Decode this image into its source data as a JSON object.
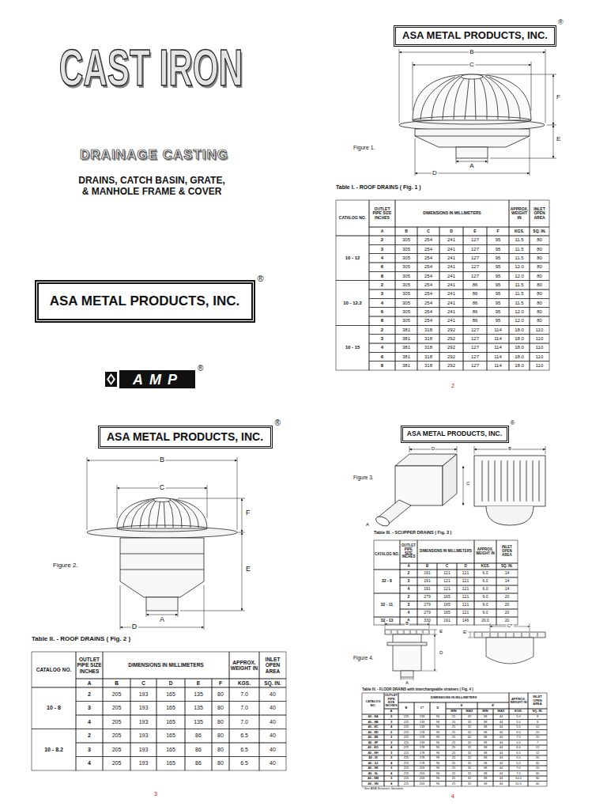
{
  "diagram": {
    "title": "CAST IRON",
    "nodes": [
      {
        "text": [
          "ASA METAL PRODUCTS, INC."
        ]
      },
      {
        "text": [
          "ASA METAL PRODUCTS, INC."
        ]
      },
      {
        "text": [
          "ASA METAL PRODUCTS, INC."
        ]
      },
      {
        "text": [
          "ASA METAL PRODUCTS, INC."
        ]
      }
    ],
    "labels": [
      "DRAINAGE CASTING",
      "DRAINS, CATCH BASIN, GRATE, & MANHOLE FRAME & COVER",
      "®",
      "AMP",
      "®",
      "®",
      "B",
      "C",
      "F",
      "E",
      "A",
      "D",
      "Figure 1.",
      "Table I. - ROOF DRAINS ( Fig. 1 )",
      "CATALOG NO.",
      "OUTLET PIPE SIZE INCHES",
      "DIMENSIONS IN MILLIMETERS",
      "APPROX. WEIGHT IN",
      "INLET OPEN AREA",
      "A",
      "B",
      "C",
      "D",
      "E",
      "F",
      "KGS.",
      "SQ. IN.",
      "10 - 12",
      "2",
      "305",
      "254",
      "241",
      "127",
      "95",
      "11.5",
      "80",
      "3",
      "305",
      "254",
      "241",
      "127",
      "95",
      "11.5",
      "80",
      "4",
      "305",
      "254",
      "241",
      "127",
      "95",
      "11.5",
      "80",
      "6",
      "305",
      "254",
      "241",
      "127",
      "95",
      "12.0",
      "80",
      "8",
      "305",
      "254",
      "241",
      "127",
      "95",
      "12.0",
      "80",
      "10 - 12.2",
      "2",
      "305",
      "254",
      "241",
      "86",
      "95",
      "11.5",
      "80",
      "3",
      "305",
      "254",
      "241",
      "86",
      "95",
      "11.5",
      "80",
      "4",
      "305",
      "254",
      "241",
      "86",
      "95",
      "11.5",
      "80",
      "6",
      "305",
      "254",
      "241",
      "86",
      "95",
      "12.0",
      "80",
      "8",
      "305",
      "254",
      "241",
      "86",
      "95",
      "12.0",
      "80",
      "10 - 15",
      "2",
      "381",
      "318",
      "292",
      "127",
      "114",
      "18.0",
      "110",
      "3",
      "381",
      "318",
      "292",
      "127",
      "114",
      "18.0",
      "110",
      "4",
      "381",
      "318",
      "292",
      "127",
      "114",
      "18.0",
      "110",
      "6",
      "381",
      "318",
      "292",
      "127",
      "114",
      "18.0",
      "110",
      "8",
      "381",
      "318",
      "292",
      "127",
      "114",
      "18.0",
      "110",
      "2",
      "®",
      "B",
      "C",
      "F",
      "E",
      "A",
      "D",
      "Figure 2.",
      "Table II. - ROOF DRAINS ( Fig. 2 )",
      "CATALOG NO.",
      "OUTLET PIPE SIZE INCHES",
      "DIMENSIONS IN MILLIMETERS",
      "APPROX. WEIGHT IN",
      "INLET OPEN AREA",
      "A",
      "B",
      "C",
      "D",
      "E",
      "F",
      "KGS.",
      "SQ. IN.",
      "10 - 8",
      "2",
      "205",
      "193",
      "165",
      "135",
      "80",
      "7.0",
      "40",
      "3",
      "205",
      "193",
      "165",
      "135",
      "80",
      "7.0",
      "40",
      "4",
      "205",
      "193",
      "165",
      "135",
      "80",
      "7.0",
      "40",
      "10 - 8.2",
      "2",
      "205",
      "193",
      "165",
      "86",
      "80",
      "6.5",
      "40",
      "3",
      "205",
      "193",
      "165",
      "86",
      "80",
      "6.5",
      "40",
      "4",
      "205",
      "193",
      "165",
      "86",
      "80",
      "6.5",
      "40",
      "3",
      "®",
      "D",
      "C",
      "B",
      "A",
      "Figure 3.",
      "Table III. - SCUPPER DRAINS ( Fig. 3 )",
      "CATALOG NO.",
      "OUTLET PIPE SIZE INCHES",
      "DIMENSIONS IN MILLIMETERS",
      "APPROX. WEIGHT IN",
      "INLET OPEN AREA",
      "A",
      "B",
      "C",
      "D",
      "KGS.",
      "SQ. IN.",
      "32 - 8",
      "2",
      "191",
      "121",
      "121",
      "6.0",
      "14",
      "3",
      "191",
      "121",
      "121",
      "6.0",
      "14",
      "4",
      "191",
      "121",
      "121",
      "6.0",
      "14",
      "32 - 11",
      "2",
      "279",
      "165",
      "121",
      "9.0",
      "20",
      "3",
      "279",
      "165",
      "121",
      "9.0",
      "20",
      "4",
      "279",
      "165",
      "121",
      "9.0",
      "20",
      "32 - 13",
      "6",
      "330",
      "191",
      "146",
      "20.0",
      "20",
      "B",
      "E",
      "E'",
      "C*",
      "D",
      "A",
      "Figure 4.",
      "Table IV. - FLOOR DRAINS with interchangeable strainers ( Fig. 4 )",
      "CATALOG NO.",
      "OUTLET PIPE SIZE INCHES",
      "DIMENSIONS IN MILLIMETERS",
      "APPROX. WEIGHT IN",
      "INLET OPEN AREA",
      "B",
      "C*",
      "D",
      "E",
      "E'",
      "A",
      "MIN",
      "MAX",
      "MIN",
      "MAX",
      "KGS.",
      "SQ. IN.",
      "40 - 8A",
      "2",
      "225",
      "133",
      "96",
      "25",
      "32",
      "38",
      "44",
      "5.0",
      "8",
      "40 - 8B",
      "3",
      "225",
      "133",
      "96",
      "25",
      "32",
      "38",
      "44",
      "5.0",
      "8",
      "40 - 8C",
      "4",
      "225",
      "133",
      "96",
      "25",
      "32",
      "38",
      "44",
      "5.5",
      "12",
      "40 - 8D",
      "2",
      "225",
      "178",
      "96",
      "25",
      "32",
      "38",
      "44",
      "6.0",
      "20",
      "40 - 8E",
      "3",
      "225",
      "178",
      "96",
      "25",
      "32",
      "38",
      "44",
      "7.5",
      "20",
      "40 - 8F",
      "3",
      "225",
      "133",
      "96",
      "25",
      "32",
      "38",
      "44",
      "5.5",
      "7",
      "40 - 8G",
      "4",
      "225",
      "178",
      "96",
      "25",
      "32",
      "38",
      "44",
      "6.0",
      "12",
      "40 - 8H",
      "3",
      "225",
      "178",
      "96",
      "25",
      "32",
      "38",
      "44",
      "6.5",
      "12",
      "40 - 9I",
      "3",
      "225",
      "178",
      "96",
      "25",
      "32",
      "38",
      "44",
      "5.0",
      "20",
      "40 - 9J",
      "4",
      "225",
      "178",
      "96",
      "25",
      "32",
      "38",
      "44",
      "5.5",
      "30",
      "40 - 9K",
      "3",
      "225",
      "203",
      "96",
      "25",
      "32",
      "38",
      "44",
      "7.0",
      "20",
      "40 - 9L",
      "4",
      "225",
      "203",
      "96",
      "25",
      "32",
      "38",
      "44",
      "7.5",
      "30",
      "40 - 9M",
      "3",
      "225",
      "203",
      "96",
      "25",
      "32",
      "38",
      "44",
      "10.0",
      "30",
      "40 - 9N",
      "4",
      "225",
      "203",
      "96",
      "25",
      "32",
      "38",
      "44",
      "10.5",
      "40",
      "* See ASA Strainers Variation",
      "4"
    ]
  }
}
